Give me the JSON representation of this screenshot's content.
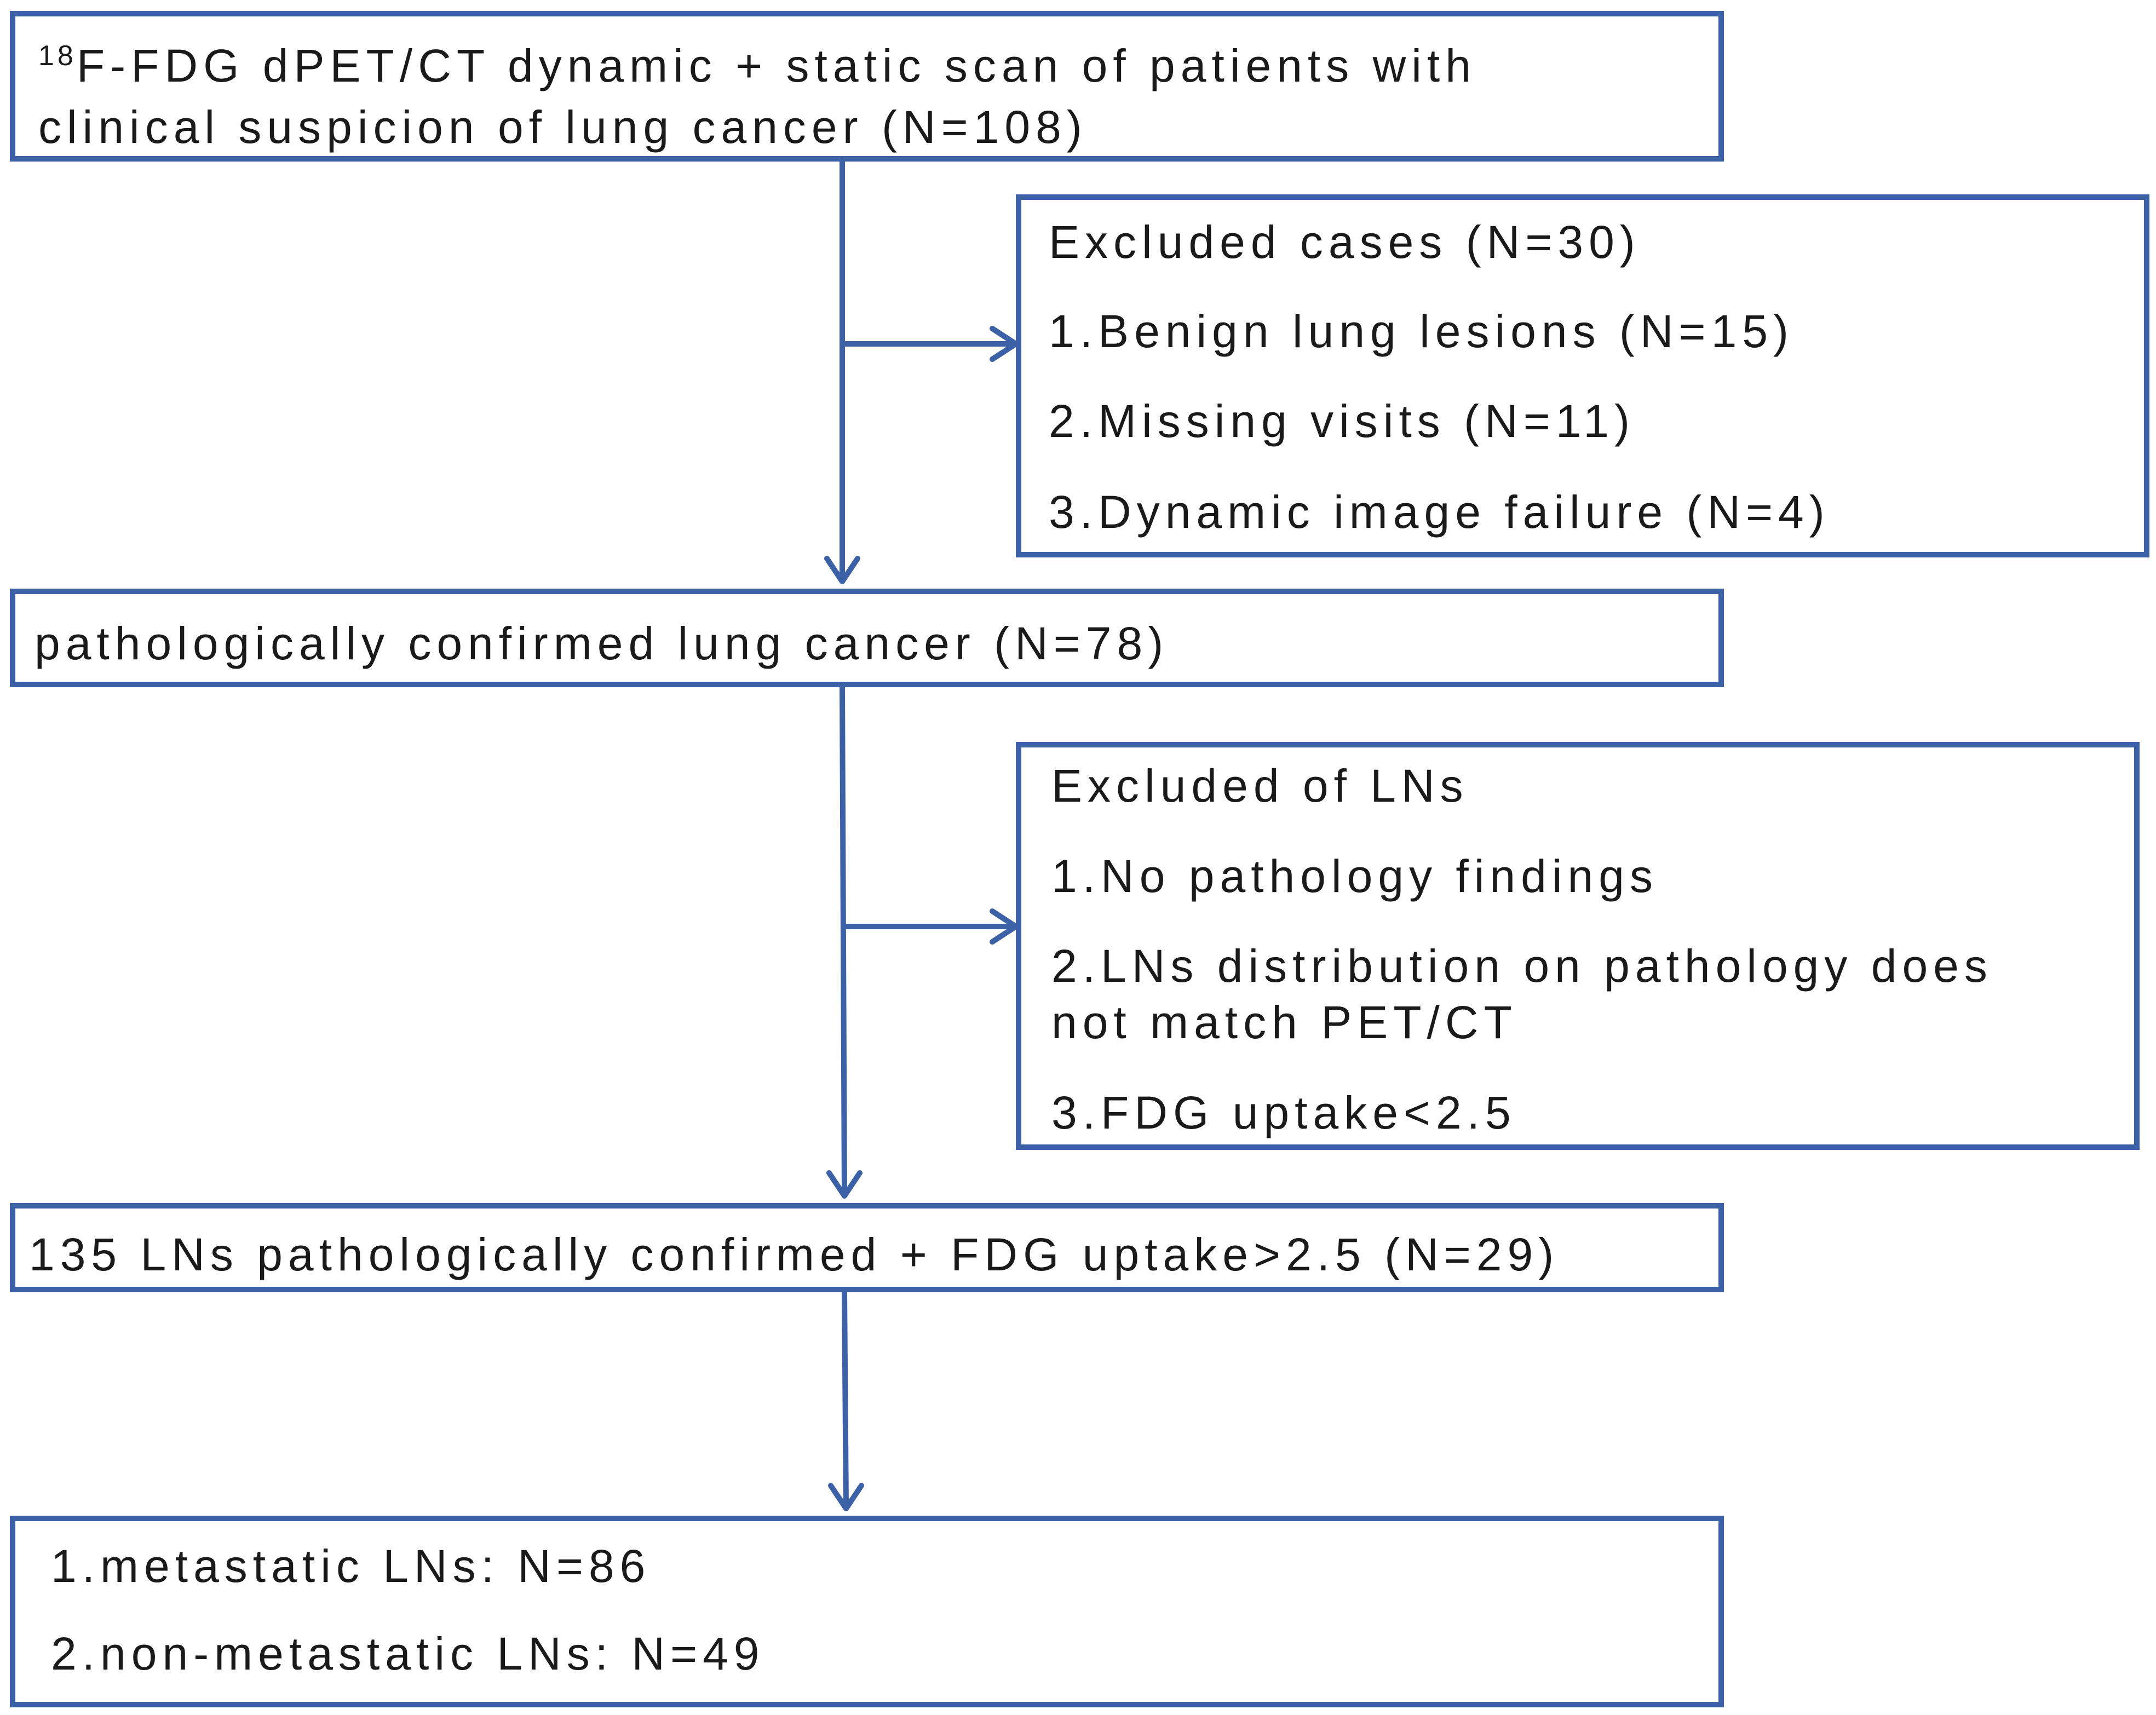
{
  "flowchart": {
    "start_box": {
      "superscript": "18",
      "line1": "F-FDG dPET/CT dynamic + static scan of patients with",
      "line2": "clinical suspicion of lung cancer (N=108)"
    },
    "exclusion_cases": {
      "title": "Excluded cases (N=30)",
      "items": [
        "1.Benign lung lesions (N=15)",
        "2.Missing visits (N=11)",
        "3.Dynamic image failure  (N=4)"
      ]
    },
    "confirmed_box": {
      "text": "pathologically confirmed lung cancer (N=78)"
    },
    "exclusion_lns": {
      "title": "Excluded of LNs",
      "items": [
        "1.No  pathology findings",
        "2.LNs distribution on pathology does",
        "not match PET/CT",
        "3.FDG uptake<2.5"
      ]
    },
    "lns_box": {
      "text": "135 LNs pathologically confirmed + FDG uptake>2.5 (N=29)"
    },
    "result_box": {
      "items": [
        "1.metastatic LNs: N=86",
        "2.non-metastatic LNs: N=49"
      ]
    }
  },
  "colors": {
    "box_border": "#3d61a6",
    "arrow": "#3d61a6",
    "text": "#1a1a1a",
    "background": "#ffffff"
  }
}
